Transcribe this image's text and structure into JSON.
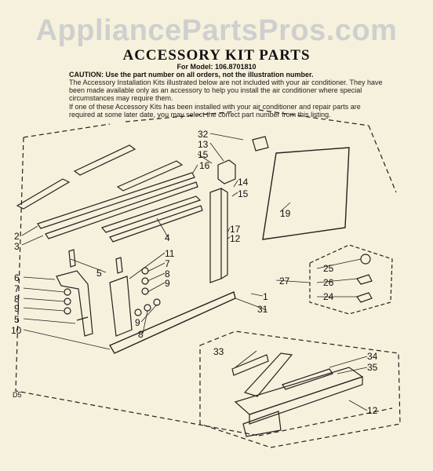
{
  "watermark": "AppliancePartsPros.com",
  "title": "ACCESSORY KIT PARTS",
  "model_line": "For Model: 106.8701810",
  "caution": "CAUTION: Use the part number on all orders, not the illustration number.",
  "paragraph1": "The Accessory Installation Kits illustrated below are not included with your air conditioner. They have been made available only as an accessory to help you install the air conditioner where special circumstances may require them.",
  "paragraph2": "If one of these Accessory Kits has been installed with your air conditioner and repair parts are required at some later date, you may select the correct part number from this listing.",
  "corner_label": "D5",
  "callouts": {
    "n32": "32",
    "n13": "13",
    "n15a": "15",
    "n16": "16",
    "n14": "14",
    "n15b": "15",
    "n19": "19",
    "n17": "17",
    "n12a": "12",
    "n4": "4",
    "n2": "2",
    "n3": "3",
    "n5a": "5",
    "n11": "11",
    "n7a": "7",
    "n8a": "8",
    "n9a": "9",
    "n6": "6",
    "n7b": "7",
    "n8b": "8",
    "n9b": "9",
    "n5b": "5",
    "n10": "10",
    "n9c": "9",
    "n8c": "8",
    "n1": "1",
    "n31": "31",
    "n25": "25",
    "n26": "26",
    "n27": "27",
    "n24": "24",
    "n33": "33",
    "n34": "34",
    "n35": "35",
    "n12b": "12"
  }
}
